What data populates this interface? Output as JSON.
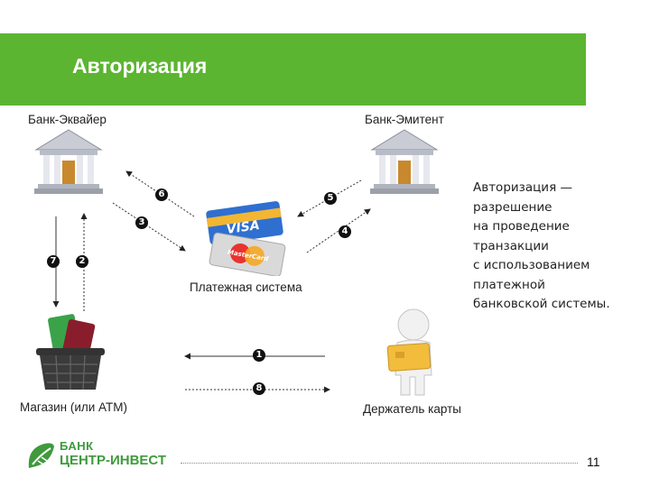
{
  "header": {
    "title": "Авторизация"
  },
  "nodes": {
    "acquirer": "Банк-Эквайер",
    "issuer": "Банк-Эмитент",
    "payment_system": "Платежная система",
    "shop": "Магазин (или ATM)",
    "cardholder": "Держатель карты"
  },
  "cards": {
    "visa": "VISA",
    "mastercard": "MasterCard"
  },
  "steps": [
    "1",
    "2",
    "3",
    "4",
    "5",
    "6",
    "7",
    "8"
  ],
  "description": [
    "Авторизация —",
    "разрешение",
    "на проведение",
    "транзакции",
    "с использованием",
    "платежной",
    "банковской системы."
  ],
  "logo": {
    "line1": "БАНК",
    "line2": "ЦЕНТР-ИНВЕСТ"
  },
  "page_number": "11",
  "colors": {
    "header_bg": "#5cb531",
    "brand_green": "#3f9a3c"
  },
  "icons": [
    "bank-building-icon",
    "bank-building-icon",
    "payment-cards-icon",
    "shopping-basket-icon",
    "person-with-card-icon",
    "logo-leaf-icon"
  ]
}
